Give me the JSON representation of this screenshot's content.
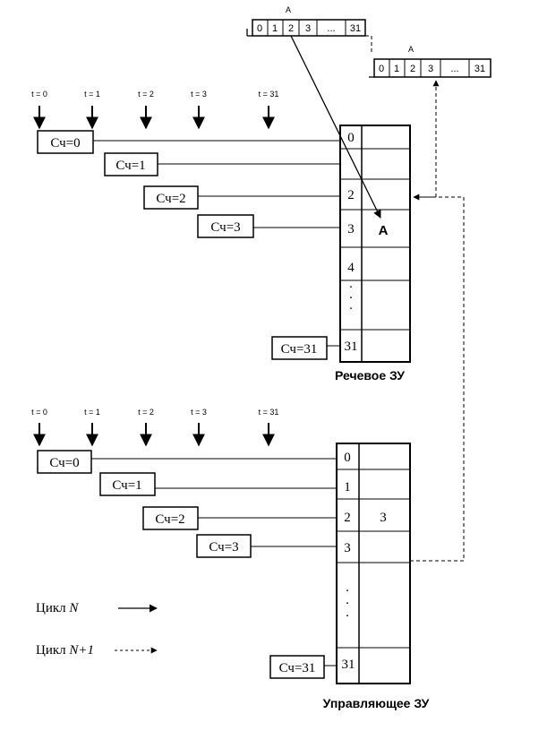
{
  "top_register": {
    "label": "A",
    "cells": [
      "0",
      "1",
      "2",
      "3",
      "...",
      "31"
    ]
  },
  "right_register": {
    "label": "A",
    "cells": [
      "0",
      "1",
      "2",
      "3",
      "...",
      "31"
    ]
  },
  "time_marks": [
    "t = 0",
    "t = 1",
    "t = 2",
    "t = 3",
    "t = 31"
  ],
  "speech_memory": {
    "title": "Речевое ЗУ",
    "counters": [
      "Сч=0",
      "Сч=1",
      "Сч=2",
      "Сч=3",
      "Сч=31"
    ],
    "cells": [
      "0",
      "",
      "2",
      "3",
      "4",
      "·\n·\n·",
      "31"
    ],
    "content_label": "A"
  },
  "control_memory": {
    "title": "Управляющее ЗУ",
    "counters": [
      "Сч=0",
      "Сч=1",
      "Сч=2",
      "Сч=3",
      "Сч=31"
    ],
    "cells": [
      "0",
      "1",
      "2",
      "3",
      "·\n·\n·",
      "31"
    ],
    "content_value": "3"
  },
  "legend": {
    "cycle_n_prefix": "Цикл ",
    "cycle_n_var": "N",
    "cycle_n1_prefix": "Цикл ",
    "cycle_n1_var": "N+1"
  }
}
